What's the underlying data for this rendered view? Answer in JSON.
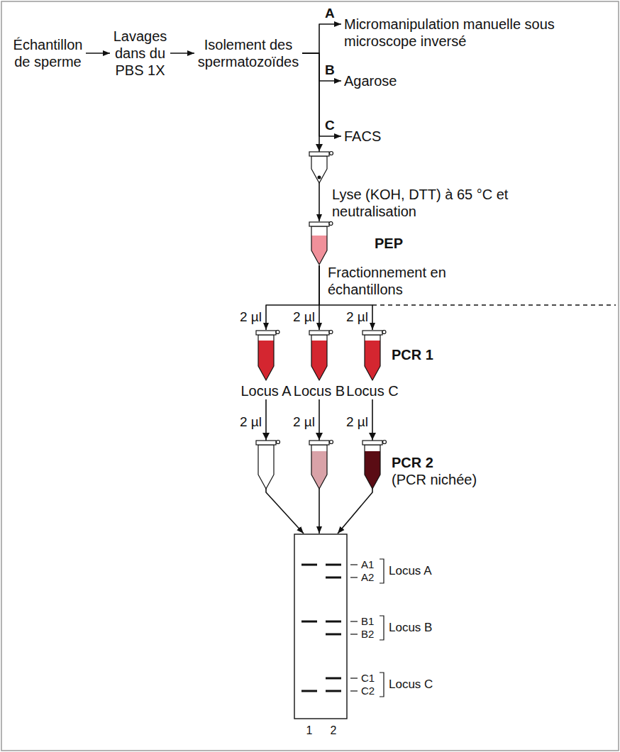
{
  "diagram": {
    "nodes": [
      {
        "text": [
          "Échantillon de sperme"
        ]
      },
      {
        "text": [
          "Lavages dans du PBS 1X"
        ]
      },
      {
        "text": [
          "Isolement des spermatozoïdes"
        ]
      },
      {
        "text": [
          "Micromanipulation manuelle sous microscope inversé"
        ]
      },
      {
        "text": [
          "Agarose"
        ]
      },
      {
        "text": [
          "FACS"
        ]
      },
      {
        "text": [
          "PEP"
        ]
      },
      {
        "text": [
          "Locus A"
        ]
      },
      {
        "text": [
          "Locus B"
        ]
      },
      {
        "text": [
          "Locus C"
        ]
      },
      {
        "text": [
          "A1",
          "A2",
          "Locus A",
          "B1",
          "B2",
          "Locus B",
          "C1",
          "C2",
          "Locus C",
          "1",
          "2"
        ]
      }
    ],
    "edges": [
      {
        "from": 0,
        "to": 1,
        "arrow": "to"
      },
      {
        "from": 1,
        "to": 2,
        "arrow": "to"
      },
      {
        "from": 2,
        "to": 3,
        "label": "A",
        "arrow": "to"
      },
      {
        "from": 2,
        "to": 4,
        "label": "B",
        "arrow": "to"
      },
      {
        "from": 2,
        "to": 5,
        "label": "C",
        "arrow": "to"
      },
      {
        "from": 2,
        "to": 6,
        "label": "Lyse (KOH, DTT) à 65 °C et neutralisation",
        "arrow": "to"
      },
      {
        "from": 6,
        "to": 7,
        "label": "2 µl",
        "arrow": "to"
      },
      {
        "from": 6,
        "to": 8,
        "label": "2 µl",
        "arrow": "to"
      },
      {
        "from": 6,
        "to": 9,
        "label": "2 µl",
        "arrow": "to"
      },
      {
        "from": 7,
        "to": 10,
        "label": "2 µl",
        "arrow": "to"
      },
      {
        "from": 8,
        "to": 10,
        "label": "2 µl",
        "arrow": "to"
      },
      {
        "from": 9,
        "to": 10,
        "label": "2 µl",
        "arrow": "to"
      }
    ],
    "labels": [
      "Fractionnement en échantillons",
      "PCR 1",
      "PCR 2",
      "(PCR nichée)"
    ]
  }
}
